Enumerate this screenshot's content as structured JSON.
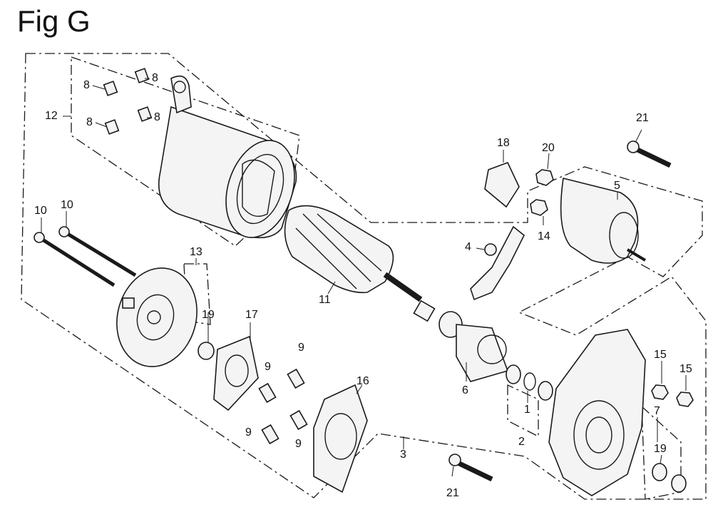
{
  "figure": {
    "title": "Fig G"
  },
  "colors": {
    "ink": "#1a1a1a",
    "background": "#ffffff"
  },
  "callouts": [
    {
      "id": "c8a",
      "text": "8"
    },
    {
      "id": "c8b",
      "text": "8"
    },
    {
      "id": "c8c",
      "text": "8"
    },
    {
      "id": "c8d",
      "text": "8"
    },
    {
      "id": "c12",
      "text": "12"
    },
    {
      "id": "c10a",
      "text": "10"
    },
    {
      "id": "c10b",
      "text": "10"
    },
    {
      "id": "c13",
      "text": "13"
    },
    {
      "id": "c19a",
      "text": "19"
    },
    {
      "id": "c17",
      "text": "17"
    },
    {
      "id": "c9a",
      "text": "9"
    },
    {
      "id": "c9b",
      "text": "9"
    },
    {
      "id": "c9c",
      "text": "9"
    },
    {
      "id": "c9d",
      "text": "9"
    },
    {
      "id": "c16",
      "text": "16"
    },
    {
      "id": "c11",
      "text": "11"
    },
    {
      "id": "c3",
      "text": "3"
    },
    {
      "id": "c21a",
      "text": "21"
    },
    {
      "id": "c21b",
      "text": "21"
    },
    {
      "id": "c18",
      "text": "18"
    },
    {
      "id": "c20",
      "text": "20"
    },
    {
      "id": "c5",
      "text": "5"
    },
    {
      "id": "c14",
      "text": "14"
    },
    {
      "id": "c4",
      "text": "4"
    },
    {
      "id": "c6",
      "text": "6"
    },
    {
      "id": "c1",
      "text": "1"
    },
    {
      "id": "c2",
      "text": "2"
    },
    {
      "id": "c15a",
      "text": "15"
    },
    {
      "id": "c15b",
      "text": "15"
    },
    {
      "id": "c7",
      "text": "7"
    },
    {
      "id": "c19b",
      "text": "19"
    }
  ]
}
